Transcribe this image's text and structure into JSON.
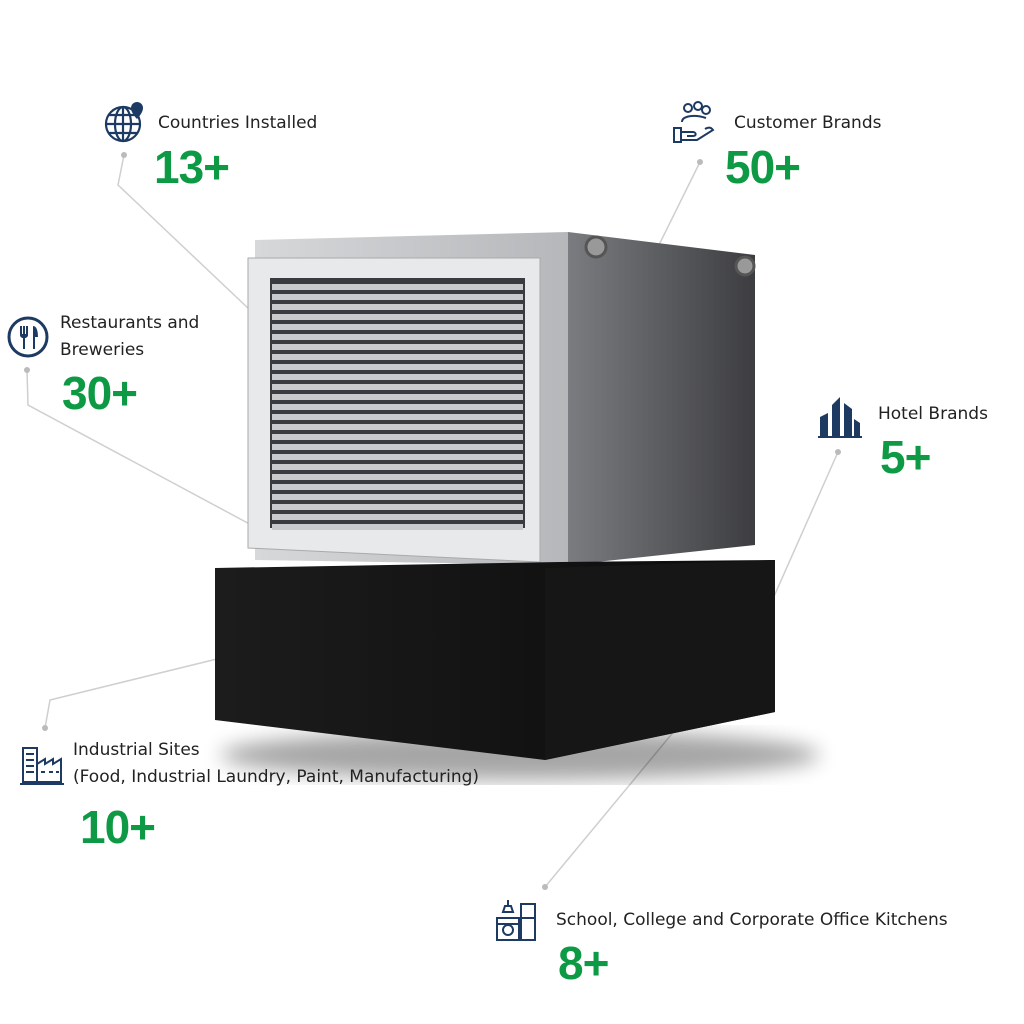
{
  "colors": {
    "accent": "#0e9a45",
    "icon": "#1d3a63"
  },
  "stats": [
    {
      "icon": "globe-pin-icon",
      "label": "Countries Installed",
      "value": "13+"
    },
    {
      "icon": "hand-people-icon",
      "label": "Customer Brands",
      "value": "50+"
    },
    {
      "icon": "fork-knife-icon",
      "label_lines": [
        "Restaurants and",
        "Breweries"
      ],
      "value": "30+"
    },
    {
      "icon": "buildings-icon",
      "label": "Hotel Brands",
      "value": "5+"
    },
    {
      "icon": "factory-icon",
      "label_lines": [
        "Industrial Sites",
        "(Food, Industrial Laundry, Paint, Manufacturing)"
      ],
      "value": "10+"
    },
    {
      "icon": "kitchen-icon",
      "label": "School, College and Corporate Office Kitchens",
      "value": "8+"
    }
  ]
}
